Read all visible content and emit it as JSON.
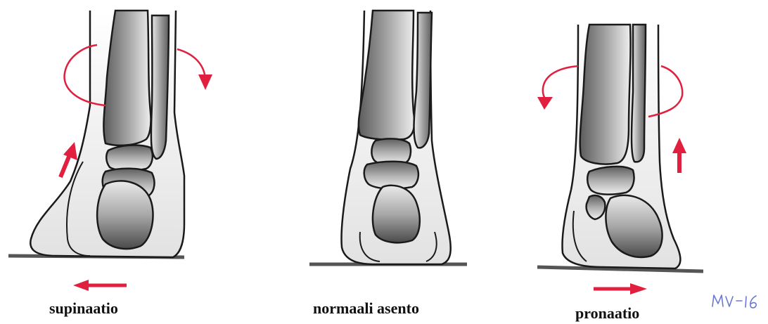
{
  "figure": {
    "panels": [
      {
        "id": "supination",
        "label": "supinaatio"
      },
      {
        "id": "normal",
        "label": "normaali asento"
      },
      {
        "id": "pronation",
        "label": "pronaatio"
      }
    ],
    "signature": "MV-16",
    "colors": {
      "arrow": "#e0203e",
      "outline": "#1a1a1a",
      "bone_shade": "#6f6f6f",
      "bone_light": "#e6e6e6",
      "ground": "#555555",
      "signature_ink": "#6a78d0"
    }
  }
}
